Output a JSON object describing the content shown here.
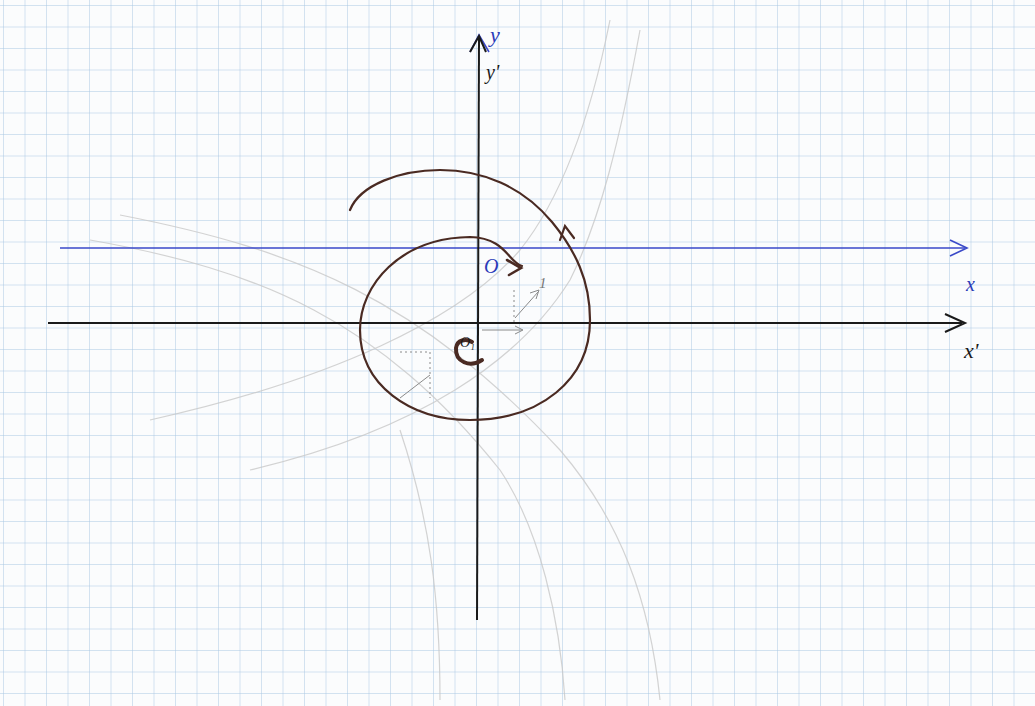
{
  "diagram": {
    "labels": [
      "y",
      "y'",
      "O",
      "1",
      "O₁",
      "x",
      "x'"
    ]
  }
}
